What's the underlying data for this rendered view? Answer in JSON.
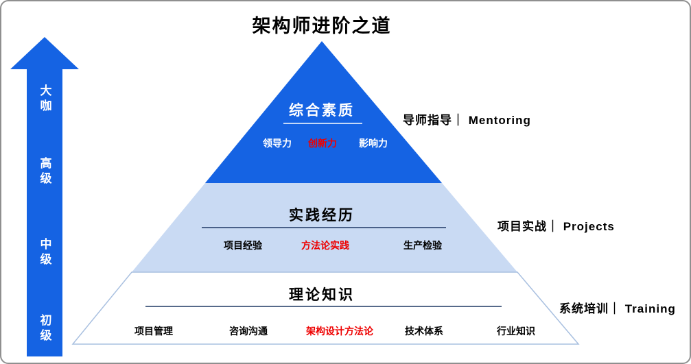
{
  "title": "架构师进阶之道",
  "colors": {
    "primary_blue": "#1563e3",
    "light_blue": "#c9daf3",
    "bottom_tier_border": "#a9c0e0",
    "accent_red": "#ee0000",
    "underline_dark": "#1f3864",
    "underline_white": "#ffffff"
  },
  "ladder": {
    "levels": [
      "大咖",
      "高级",
      "中级",
      "初级"
    ]
  },
  "pyramid": {
    "tiers": [
      {
        "heading": "综合素质",
        "side_label": "导师指导｜ Mentoring",
        "items": [
          {
            "text": "领导力",
            "highlight": false
          },
          {
            "text": "创新力",
            "highlight": true
          },
          {
            "text": "影响力",
            "highlight": false
          }
        ]
      },
      {
        "heading": "实践经历",
        "side_label": "项目实战｜  Projects",
        "items": [
          {
            "text": "项目经验",
            "highlight": false
          },
          {
            "text": "方法论实践",
            "highlight": true
          },
          {
            "text": "生产检验",
            "highlight": false
          }
        ]
      },
      {
        "heading": "理论知识",
        "side_label": "系统培训｜ Training",
        "items": [
          {
            "text": "项目管理",
            "highlight": false
          },
          {
            "text": "咨询沟通",
            "highlight": false
          },
          {
            "text": "架构设计方法论",
            "highlight": true
          },
          {
            "text": "技术体系",
            "highlight": false
          },
          {
            "text": "行业知识",
            "highlight": false
          }
        ]
      }
    ]
  }
}
